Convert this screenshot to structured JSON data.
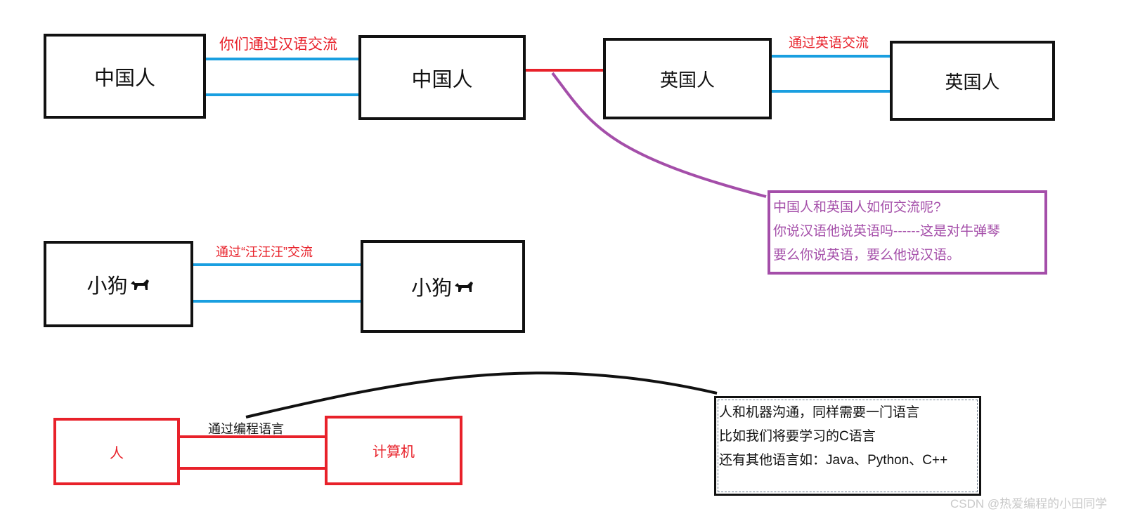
{
  "colors": {
    "black": "#111111",
    "red": "#e8212a",
    "blue": "#1a9fe0",
    "purple": "#a44ea9",
    "watermark": "#c9c9c9"
  },
  "row1": {
    "box1": "中国人",
    "box2": "中国人",
    "box3": "英国人",
    "box4": "英国人",
    "label_cn": "你们通过汉语交流",
    "label_en": "通过英语交流"
  },
  "question_note": {
    "lines": [
      "中国人和英国人如何交流呢?",
      "你说汉语他说英语吗------这是对牛弹琴",
      "要么你说英语，要么他说汉语。"
    ]
  },
  "row2": {
    "dog1": "小狗",
    "dog2": "小狗",
    "dog_icon": "dog-icon",
    "label_dog": "通过“汪汪汪”交流"
  },
  "row3": {
    "person": "人",
    "computer": "计算机",
    "label_prog": "通过编程语言"
  },
  "machine_note": {
    "lines": [
      "人和机器沟通，同样需要一门语言",
      "比如我们将要学习的C语言",
      "还有其他语言如：Java、Python、C++"
    ]
  },
  "watermark": "CSDN @热爱编程的小田同学"
}
